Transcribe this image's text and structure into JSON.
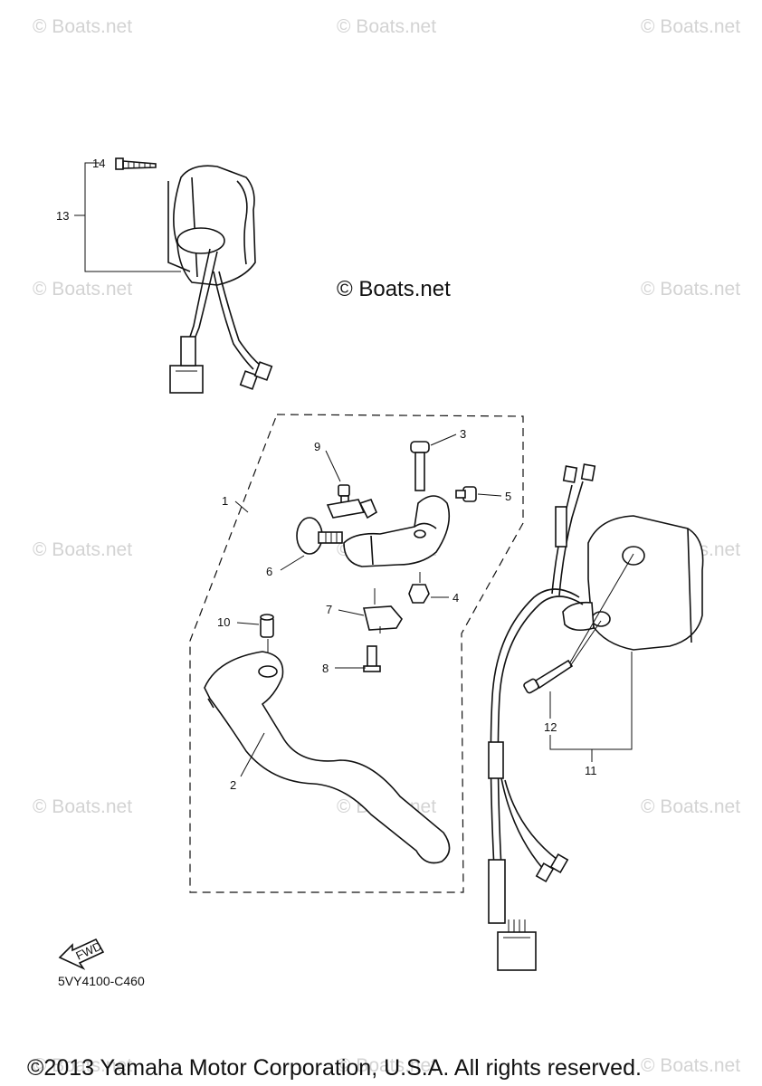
{
  "watermark": "© Boats.net",
  "center_watermark": "© Boats.net",
  "diagram_code": "5VY4100-C460",
  "fwd_label": "FWD",
  "copyright": "©2013 Yamaha Motor Corporation, U.S.A. All rights reserved.",
  "callouts": [
    "1",
    "2",
    "3",
    "4",
    "5",
    "6",
    "7",
    "8",
    "9",
    "10",
    "11",
    "12",
    "13",
    "14"
  ]
}
